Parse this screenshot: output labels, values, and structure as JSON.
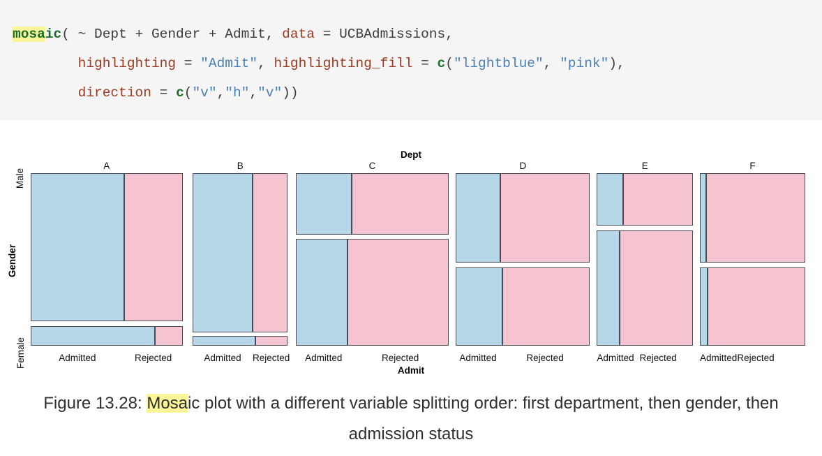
{
  "code": {
    "language": "r",
    "lines": [
      [
        {
          "t": "mosaic",
          "c": "fn",
          "hl": "mosa"
        },
        {
          "t": "( ~ Dept + Gender + Admit, ",
          "c": "plain"
        },
        {
          "t": "data",
          "c": "arg"
        },
        {
          "t": " = UCBAdmissions,",
          "c": "plain"
        }
      ],
      [
        {
          "t": "        ",
          "c": "plain"
        },
        {
          "t": "highlighting",
          "c": "arg"
        },
        {
          "t": " = ",
          "c": "plain"
        },
        {
          "t": "\"Admit\"",
          "c": "str"
        },
        {
          "t": ", ",
          "c": "plain"
        },
        {
          "t": "highlighting_fill",
          "c": "arg"
        },
        {
          "t": " = ",
          "c": "plain"
        },
        {
          "t": "c",
          "c": "fn-c"
        },
        {
          "t": "(",
          "c": "plain"
        },
        {
          "t": "\"lightblue\"",
          "c": "str"
        },
        {
          "t": ", ",
          "c": "plain"
        },
        {
          "t": "\"pink\"",
          "c": "str"
        },
        {
          "t": "),",
          "c": "plain"
        }
      ],
      [
        {
          "t": "        ",
          "c": "plain"
        },
        {
          "t": "direction",
          "c": "arg"
        },
        {
          "t": " = ",
          "c": "plain"
        },
        {
          "t": "c",
          "c": "fn-c"
        },
        {
          "t": "(",
          "c": "plain"
        },
        {
          "t": "\"v\"",
          "c": "str"
        },
        {
          "t": ",",
          "c": "plain"
        },
        {
          "t": "\"h\"",
          "c": "str"
        },
        {
          "t": ",",
          "c": "plain"
        },
        {
          "t": "\"v\"",
          "c": "str"
        },
        {
          "t": "))",
          "c": "plain"
        }
      ]
    ]
  },
  "plot": {
    "top_axis_title": "Dept",
    "bottom_axis_title": "Admit",
    "left_axis_title": "Gender",
    "gender_labels": [
      "Male",
      "Female"
    ],
    "admit_labels": [
      "Admitted",
      "Rejected"
    ],
    "colors": {
      "admitted": "#b6d7e8",
      "rejected": "#f6c3d0",
      "border": "#4a4a52",
      "highlight": "#fbf59a"
    }
  },
  "chart_data": {
    "type": "mosaic",
    "title": "Mosaic plot of UCBAdmissions",
    "split_order": [
      "Dept",
      "Gender",
      "Admit"
    ],
    "dimensions": {
      "Dept": [
        "A",
        "B",
        "C",
        "D",
        "E",
        "F"
      ],
      "Gender": [
        "Male",
        "Female"
      ],
      "Admit": [
        "Admitted",
        "Rejected"
      ]
    },
    "xlabel": "Admit",
    "ylabel": "Gender",
    "top_label": "Dept",
    "grid": false,
    "legend": "none",
    "counts": [
      {
        "dept": "A",
        "gender": "Male",
        "admitted": 512,
        "rejected": 313
      },
      {
        "dept": "A",
        "gender": "Female",
        "admitted": 89,
        "rejected": 19
      },
      {
        "dept": "B",
        "gender": "Male",
        "admitted": 353,
        "rejected": 207
      },
      {
        "dept": "B",
        "gender": "Female",
        "admitted": 17,
        "rejected": 8
      },
      {
        "dept": "C",
        "gender": "Male",
        "admitted": 120,
        "rejected": 205
      },
      {
        "dept": "C",
        "gender": "Female",
        "admitted": 202,
        "rejected": 391
      },
      {
        "dept": "D",
        "gender": "Male",
        "admitted": 138,
        "rejected": 279
      },
      {
        "dept": "D",
        "gender": "Female",
        "admitted": 131,
        "rejected": 244
      },
      {
        "dept": "E",
        "gender": "Male",
        "admitted": 53,
        "rejected": 138
      },
      {
        "dept": "E",
        "gender": "Female",
        "admitted": 94,
        "rejected": 299
      },
      {
        "dept": "F",
        "gender": "Male",
        "admitted": 22,
        "rejected": 351
      },
      {
        "dept": "F",
        "gender": "Female",
        "admitted": 24,
        "rejected": 317
      }
    ],
    "layout": {
      "dept_columns": [
        {
          "dept": "A",
          "left_pct": 0.0,
          "width_pct": 19.6,
          "rows": [
            {
              "gender": "Male",
              "top_pct": 0.0,
              "height_pct": 86.0,
              "admitted_pct": 61.5
            },
            {
              "gender": "Female",
              "top_pct": 88.5,
              "height_pct": 11.5,
              "admitted_pct": 82.0
            }
          ]
        },
        {
          "dept": "B",
          "left_pct": 20.9,
          "width_pct": 12.3,
          "rows": [
            {
              "gender": "Male",
              "top_pct": 0.0,
              "height_pct": 92.5,
              "admitted_pct": 63.0
            },
            {
              "gender": "Female",
              "top_pct": 94.5,
              "height_pct": 5.5,
              "admitted_pct": 66.0
            }
          ]
        },
        {
          "dept": "C",
          "left_pct": 34.2,
          "width_pct": 19.8,
          "rows": [
            {
              "gender": "Male",
              "top_pct": 0.0,
              "height_pct": 35.5,
              "admitted_pct": 36.5
            },
            {
              "gender": "Female",
              "top_pct": 38.0,
              "height_pct": 62.0,
              "admitted_pct": 34.0
            }
          ]
        },
        {
          "dept": "D",
          "left_pct": 54.9,
          "width_pct": 17.3,
          "rows": [
            {
              "gender": "Male",
              "top_pct": 0.0,
              "height_pct": 52.0,
              "admitted_pct": 33.0
            },
            {
              "gender": "Female",
              "top_pct": 54.5,
              "height_pct": 45.5,
              "admitted_pct": 34.5
            }
          ]
        },
        {
          "dept": "E",
          "left_pct": 73.1,
          "width_pct": 12.4,
          "rows": [
            {
              "gender": "Male",
              "top_pct": 0.0,
              "height_pct": 30.5,
              "admitted_pct": 27.5
            },
            {
              "gender": "Female",
              "top_pct": 33.0,
              "height_pct": 67.0,
              "admitted_pct": 24.0
            }
          ]
        },
        {
          "dept": "F",
          "left_pct": 86.4,
          "width_pct": 13.6,
          "rows": [
            {
              "gender": "Male",
              "top_pct": 0.0,
              "height_pct": 52.0,
              "admitted_pct": 6.0
            },
            {
              "gender": "Female",
              "top_pct": 54.5,
              "height_pct": 45.5,
              "admitted_pct": 7.0
            }
          ]
        }
      ]
    }
  },
  "caption": {
    "prefix": "Figure 13.28: ",
    "highlighted": "Mosa",
    "rest": "ic plot with a different variable splitting order: first department, then gender, then admission status"
  }
}
